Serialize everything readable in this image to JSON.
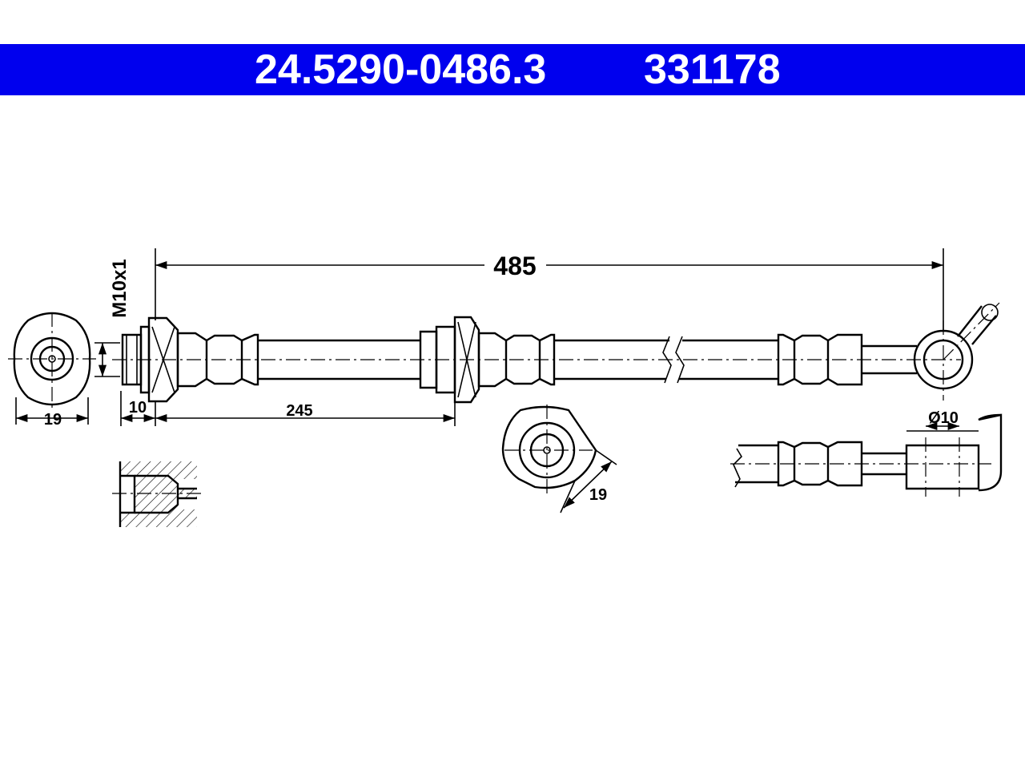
{
  "header": {
    "part_number": "24.5290-0486.3",
    "article_number": "331178",
    "background_color": "#0000ee",
    "text_color": "#ffffff"
  },
  "dimensions": {
    "total_length": "485",
    "thread": "M10x1",
    "fitting_offset": "10",
    "fitting_length": "245",
    "left_hex": "19",
    "bracket_width": "19",
    "eye_diameter": "Ø10"
  }
}
